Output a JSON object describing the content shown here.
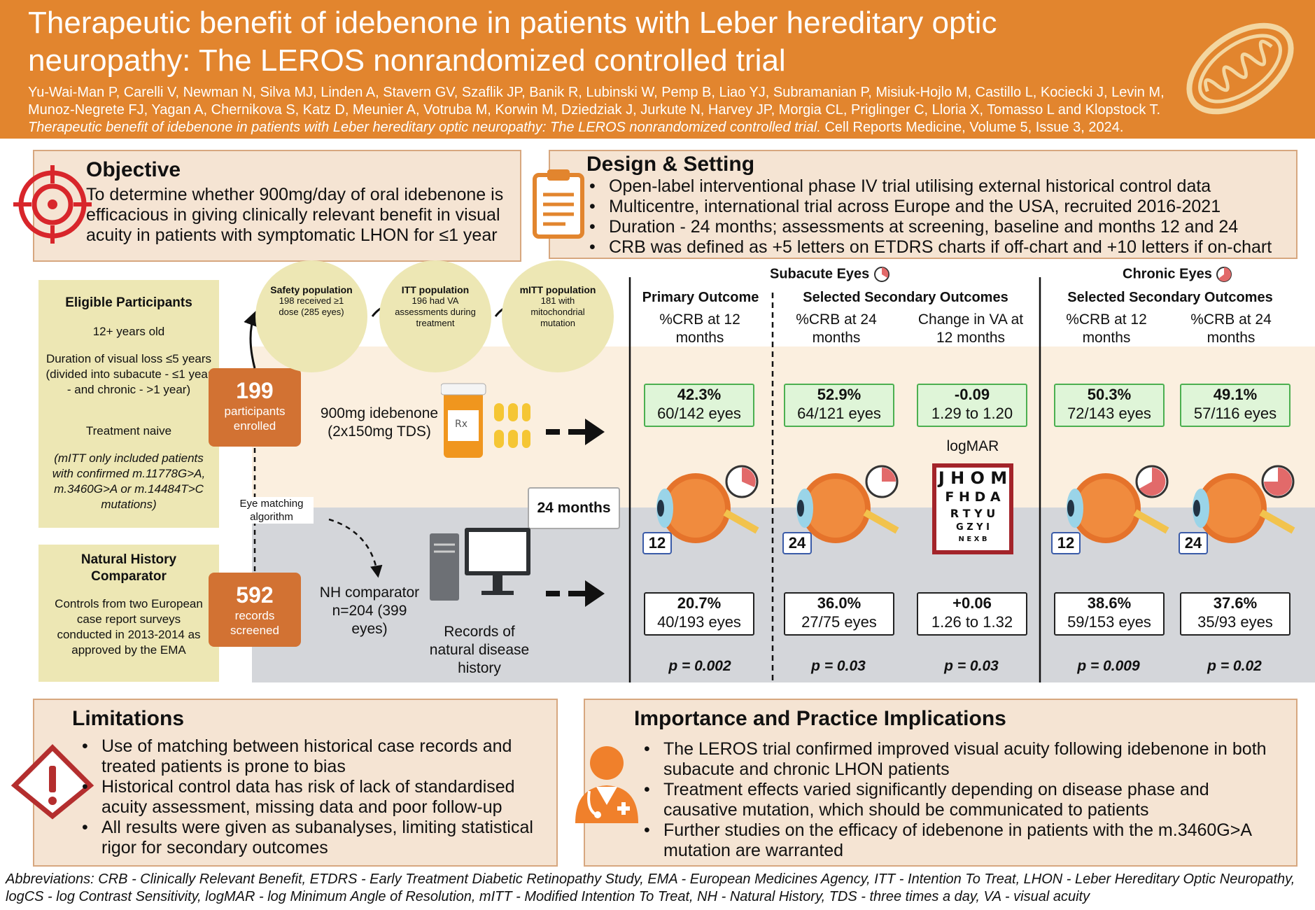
{
  "header": {
    "title": "Therapeutic benefit of idebenone in patients with Leber hereditary optic neuropathy: The LEROS nonrandomized controlled trial",
    "authors": "Yu-Wai-Man P, Carelli V, Newman N, Silva MJ, Linden A, Stavern GV, Szaflik JP, Banik R, Lubinski W, Pemp B, Liao YJ, Subramanian P, Misiuk-Hojlo M, Castillo L, Kociecki J, Levin M, Munoz-Negrete FJ, Yagan A, Chernikova S, Katz D, Meunier A, Votruba M, Korwin M, Dziedziak J, Jurkute N, Harvey JP, Morgia CL, Priglinger C, Lloria X, Tomasso L and Klopstock T.",
    "citation_title": "Therapeutic benefit of idebenone in patients with Leber hereditary optic neuropathy: The LEROS nonrandomized controlled trial.",
    "citation_journal": "Cell Reports Medicine, Volume 5, Issue 3, 2024."
  },
  "objective": {
    "title": "Objective",
    "text": "To determine whether 900mg/day of oral idebenone is efficacious in giving clinically relevant benefit in visual acuity in patients with symptomatic LHON for ≤1 year"
  },
  "design": {
    "title": "Design & Setting",
    "items": [
      "Open-label interventional phase IV trial utilising external historical control data",
      "Multicentre, international trial across Europe and the USA, recruited 2016-2021",
      "Duration - 24 months; assessments at screening, baseline and months 12 and 24",
      "CRB was defined as +5 letters on ETDRS charts if off-chart and +10 letters if on-chart"
    ]
  },
  "eligible": {
    "title": "Eligible Participants",
    "age": "12+ years old",
    "duration": "Duration of visual loss ≤5 years (divided into subacute - ≤1 year - and chronic - >1 year)",
    "naive": "Treatment naive",
    "mitt": "(mITT only included patients with confirmed m.11778G>A, m.3460G>A or m.14484T>C mutations)"
  },
  "nh": {
    "title": "Natural History Comparator",
    "text": "Controls from two European case report surveys conducted in 2013-2014 as approved by the EMA"
  },
  "enrolled": {
    "number": "199",
    "label": "participants enrolled"
  },
  "screened": {
    "number": "592",
    "label": "records screened"
  },
  "populations": [
    {
      "title": "Safety population",
      "text": "198 received ≥1 dose (285 eyes)"
    },
    {
      "title": "ITT population",
      "text": "196 had VA assessments during treatment"
    },
    {
      "title": "mITT population",
      "text": "181 with mitochondrial mutation"
    }
  ],
  "eye_matching": "Eye matching algorithm",
  "treatment": "900mg idebenone (2x150mg TDS)",
  "duration_label": "24 months",
  "nh_comparator": "NH comparator n=204 (399 eyes)",
  "records": "Records of natural disease history",
  "groups": {
    "subacute": "Subacute Eyes",
    "chronic": "Chronic Eyes"
  },
  "section_heads": {
    "primary": "Primary Outcome",
    "secondary_sub": "Selected Secondary Outcomes",
    "secondary_chr": "Selected Secondary Outcomes"
  },
  "logmar": "logMAR",
  "eye_chart": [
    "J H O M",
    "F H D A",
    "R T Y U",
    "G Z Y I",
    "N E X B"
  ],
  "columns": [
    {
      "head": "%CRB at 12 months",
      "treat_value": "42.3%",
      "treat_detail": "60/142 eyes",
      "nh_value": "20.7%",
      "nh_detail": "40/193 eyes",
      "p": "p = 0.002",
      "badge": "12"
    },
    {
      "head": "%CRB at 24 months",
      "treat_value": "52.9%",
      "treat_detail": "64/121 eyes",
      "nh_value": "36.0%",
      "nh_detail": "27/75 eyes",
      "p": "p = 0.03",
      "badge": "24"
    },
    {
      "head": "Change in VA at 12 months",
      "treat_value": "-0.09",
      "treat_detail": "1.29 to 1.20",
      "nh_value": "+0.06",
      "nh_detail": "1.26 to 1.32",
      "p": "p = 0.03",
      "badge": ""
    },
    {
      "head": "%CRB at 12 months",
      "treat_value": "50.3%",
      "treat_detail": "72/143 eyes",
      "nh_value": "38.6%",
      "nh_detail": "59/153 eyes",
      "p": "p = 0.009",
      "badge": "12"
    },
    {
      "head": "%CRB at 24 months",
      "treat_value": "49.1%",
      "treat_detail": "57/116 eyes",
      "nh_value": "37.6%",
      "nh_detail": "35/93 eyes",
      "p": "p = 0.02",
      "badge": "24"
    }
  ],
  "limitations": {
    "title": "Limitations",
    "items": [
      "Use of matching between historical case records and treated patients is prone to bias",
      "Historical control data has risk of lack of standardised acuity assessment, missing data and poor follow-up",
      "All results were given as subanalyses, limiting statistical rigor for secondary outcomes"
    ]
  },
  "importance": {
    "title": "Importance and Practice Implications",
    "items": [
      "The LEROS trial confirmed improved visual acuity following idebenone in both subacute and chronic LHON patients",
      "Treatment effects varied significantly depending on disease phase and causative mutation, which should be communicated to patients",
      "Further studies on the efficacy of idebenone in patients with the m.3460G>A mutation are warranted"
    ]
  },
  "abbreviations": "Abbreviations: CRB - Clinically Relevant Benefit, ETDRS - Early Treatment Diabetic Retinopathy Study, EMA - European Medicines Agency, ITT - Intention To Treat, LHON - Leber Hereditary Optic Neuropathy, logCS - log Contrast Sensitivity, logMAR - log Minimum Angle of Resolution, mITT - Modified Intention To Treat, NH - Natural History, TDS - three times a day, VA - visual acuity",
  "colors": {
    "header": "#e2852e",
    "box_bg": "#f5e4d3",
    "tan": "#ede7b4",
    "orange": "#d27233",
    "green": "#dff5d8"
  }
}
